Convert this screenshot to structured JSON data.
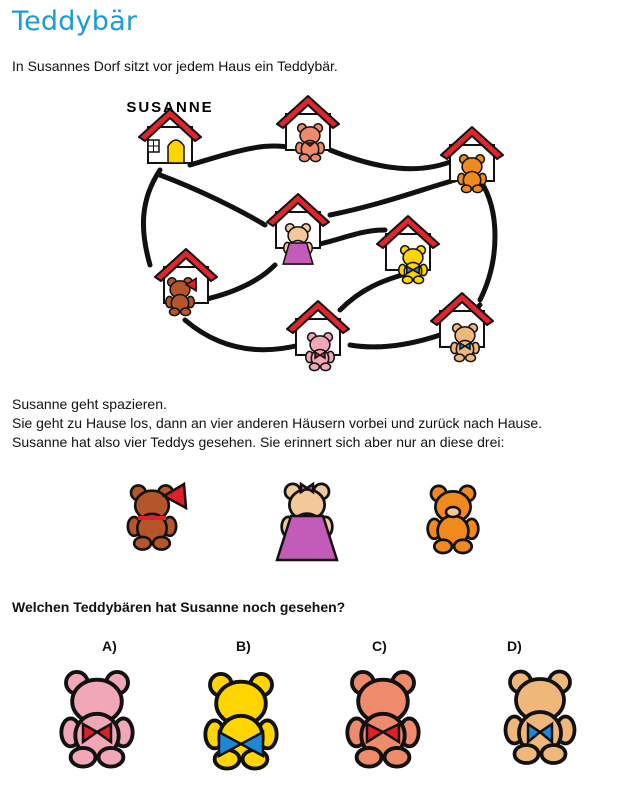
{
  "title": "Teddybär",
  "intro": "In Susannes Dorf sitzt vor jedem Haus ein Teddybär.",
  "map": {
    "home_label": "SUSANNE"
  },
  "story": {
    "line1": "Susanne geht spazieren.",
    "line2": "Sie geht zu Hause los, dann an vier anderen Häusern vorbei und zurück nach Hause.",
    "line3": "Susanne hat also vier Teddys gesehen. Sie erinnert sich aber nur an diese drei:"
  },
  "question": "Welchen Teddybären hat Susanne noch gesehen?",
  "options": [
    {
      "label": "A)"
    },
    {
      "label": "B)"
    },
    {
      "label": "C)"
    },
    {
      "label": "D)"
    }
  ],
  "colors": {
    "title": "#1a9ad6",
    "roof": "#e0262b",
    "teddy_brown": "#b5562a",
    "teddy_pink": "#f2a7b8",
    "teddy_yellow": "#ffd500",
    "teddy_salmon": "#ef8a6a",
    "teddy_tan": "#f0b77a",
    "teddy_orange": "#f08a1c",
    "teddy_beige": "#f3c99b",
    "dress_purple": "#c35bb8",
    "bow_red": "#e21e26",
    "bow_blue": "#1e88d8"
  }
}
